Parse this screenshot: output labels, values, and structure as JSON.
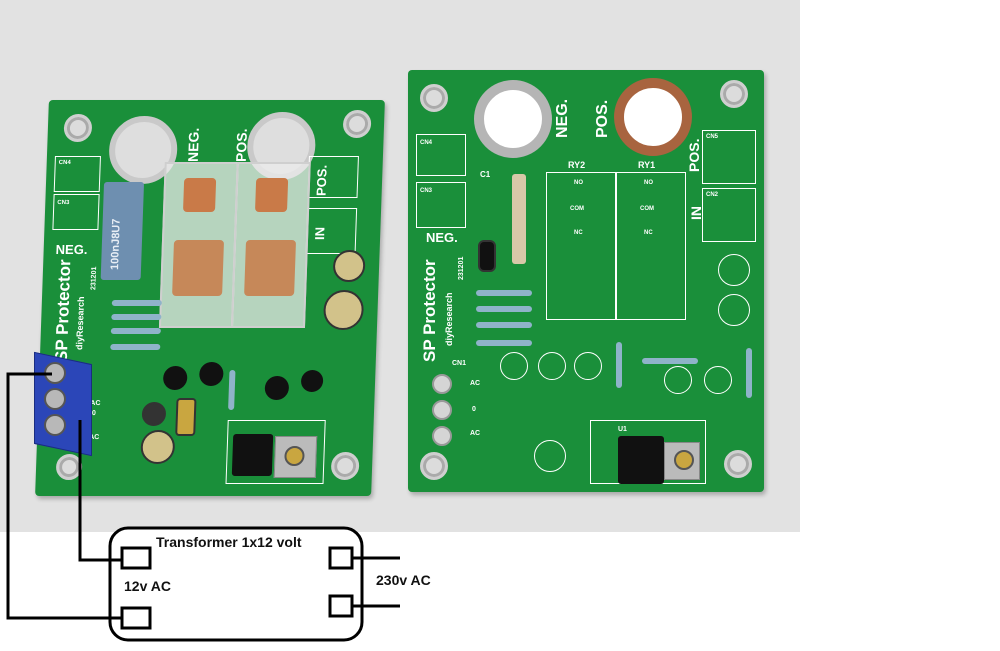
{
  "board_left": {
    "neg": "NEG.",
    "pos": "POS.",
    "pos_side": "POS.",
    "in": "IN",
    "title": "SP Protector",
    "brand": "diyResearch",
    "date": "231201",
    "cap_label": "100nJ8U7",
    "cn3": "CN3",
    "cn4": "CN4",
    "ac": "AC",
    "ac_zero": "0",
    "ac_bottom": "AC"
  },
  "board_right": {
    "neg": "NEG.",
    "neg_side": "NEG.",
    "pos": "POS.",
    "pos_side": "POS.",
    "in": "IN",
    "title": "SP Protector",
    "brand": "diyResearch",
    "date": "231201",
    "ry1": "RY1",
    "ry2": "RY2",
    "no": "NO",
    "com": "COM",
    "nc": "NC",
    "c1": "C1",
    "cn1": "CN1",
    "cn2": "CN2",
    "cn4": "CN4",
    "cn5": "CN5",
    "cn3": "CN3",
    "ac": "AC",
    "ac_zero": "0",
    "ac_bottom": "AC",
    "u1": "U1"
  },
  "diagram": {
    "transformer_label": "Transformer 1x12 volt",
    "secondary_label": "12v AC",
    "primary_label": "230v AC"
  },
  "colors": {
    "pcb": "#1a8f3a",
    "terminal_block": "#2b46b8",
    "relay_coil": "#c97a48",
    "wire": "#000000"
  }
}
